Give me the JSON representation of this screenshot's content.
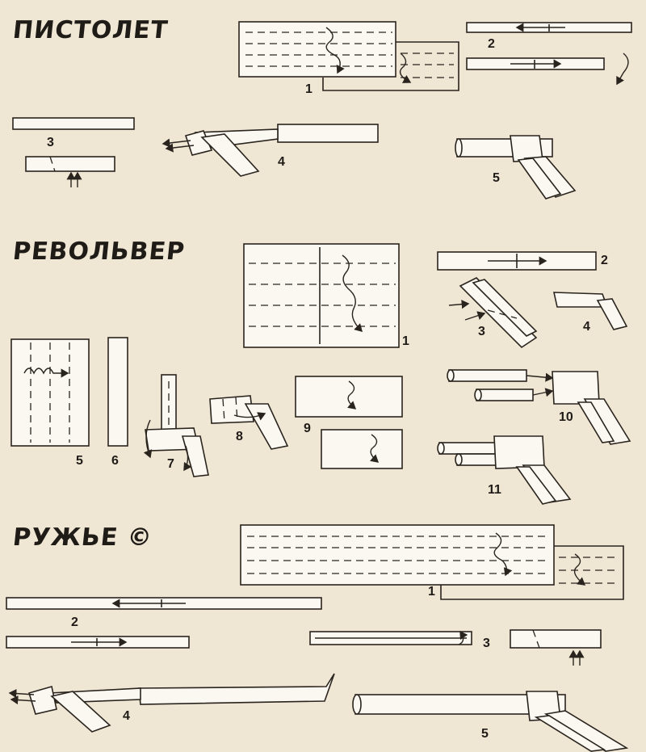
{
  "sections": {
    "pistol": {
      "title": "ПИСТОЛЕТ",
      "steps": [
        "1",
        "2",
        "3",
        "4",
        "5"
      ]
    },
    "revolver": {
      "title": "РЕВОЛЬВЕР",
      "steps": [
        "1",
        "2",
        "3",
        "4",
        "5",
        "6",
        "7",
        "8",
        "9",
        "10",
        "11"
      ]
    },
    "rifle": {
      "title": "РУЖЬЕ ©",
      "steps": [
        "1",
        "2",
        "3",
        "4",
        "5"
      ]
    }
  },
  "colors": {
    "paper": "#efe6d4",
    "ink": "#2a241e",
    "sheet": "#fbf8f1"
  }
}
